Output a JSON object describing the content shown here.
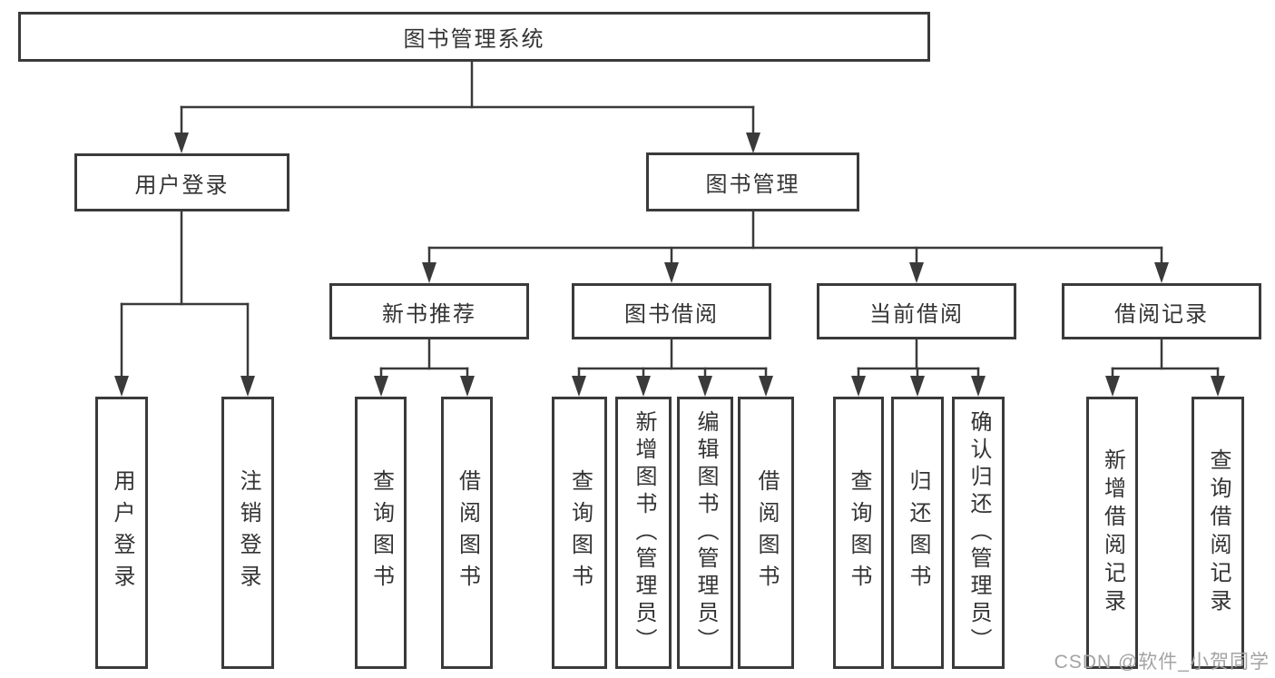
{
  "tree": {
    "label": "图书管理系统",
    "children": [
      {
        "label": "用户登录",
        "children": [
          {
            "label": "用户登录"
          },
          {
            "label": "注销登录"
          }
        ]
      },
      {
        "label": "图书管理",
        "children": [
          {
            "label": "新书推荐",
            "children": [
              {
                "label": "查询图书"
              },
              {
                "label": "借阅图书"
              }
            ]
          },
          {
            "label": "图书借阅",
            "children": [
              {
                "label": "查询图书"
              },
              {
                "label": "新增图书（管理员）"
              },
              {
                "label": "编辑图书（管理员）"
              },
              {
                "label": "借阅图书"
              }
            ]
          },
          {
            "label": "当前借阅",
            "children": [
              {
                "label": "查询图书"
              },
              {
                "label": "归还图书"
              },
              {
                "label": "确认归还（管理员）"
              }
            ]
          },
          {
            "label": "借阅记录",
            "children": [
              {
                "label": "新增借阅记录"
              },
              {
                "label": "查询借阅记录"
              }
            ]
          }
        ]
      }
    ]
  },
  "watermark": {
    "text": "CSDN @软件_小贺同学"
  },
  "colors": {
    "line": "#3a3a3a",
    "text": "#333333",
    "background": "#ffffff",
    "watermark": "#a3a3a3"
  }
}
